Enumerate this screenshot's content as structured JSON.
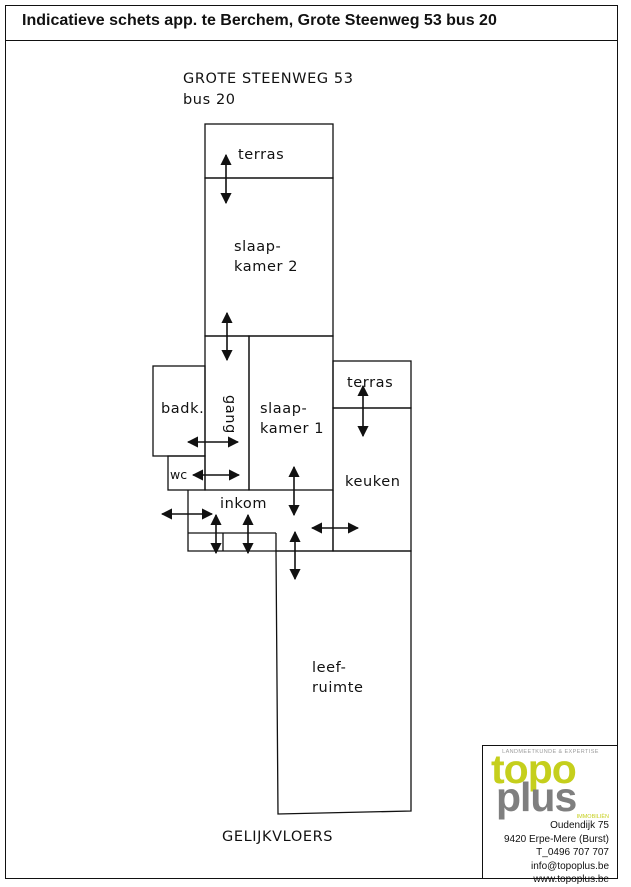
{
  "title": "Indicatieve schets app. te Berchem, Grote Steenweg 53 bus 20",
  "address": {
    "line1": "GROTE STEENWEG 53",
    "line2": "bus 20"
  },
  "floor_label": "GELIJKVLOERS",
  "rooms": {
    "terras_top": "terras",
    "slaapkamer2_l1": "slaap-",
    "slaapkamer2_l2": "kamer 2",
    "gang": "gang",
    "badk": "badk.",
    "slaapkamer1_l1": "slaap-",
    "slaapkamer1_l2": "kamer 1",
    "terras_right": "terras",
    "keuken": "keuken",
    "wc": "wc",
    "inkom": "inkom",
    "leefruimte_l1": "leef-",
    "leefruimte_l2": "ruimte"
  },
  "logo": {
    "tagline": "LANDMEETKUNDE & EXPERTISE",
    "word_top": "topo",
    "word_bottom": "plus",
    "sub": "IMMOBILIËN",
    "brand_colors": {
      "green": "#c5cf1c",
      "grey": "#7f7f7f"
    }
  },
  "contact": {
    "street": "Oudendijk 75",
    "city": "9420 Erpe-Mere (Burst)",
    "phone": "T_0496 707 707",
    "email": "info@topoplus.be",
    "web": "www.topoplus.be"
  }
}
